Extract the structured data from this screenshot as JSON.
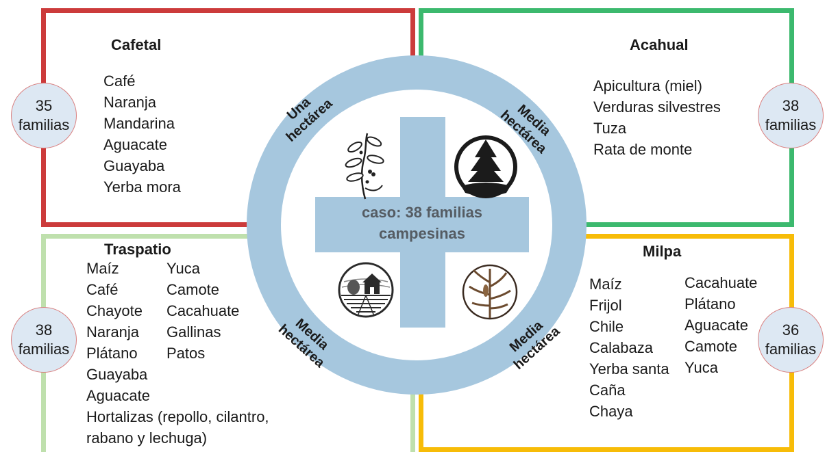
{
  "colors": {
    "cafetal": "#cc3b3b",
    "acahual": "#3cb96e",
    "traspatio": "#bfe0ad",
    "milpa": "#f7bc08",
    "ring": "#a6c7de",
    "badge": "#dde8f3"
  },
  "center": {
    "line1": "caso: 38 familias",
    "line2": "campesinas"
  },
  "cafetal": {
    "title": "Cafetal",
    "items": [
      "Café",
      "Naranja",
      "Mandarina",
      "Aguacate",
      "Guayaba",
      "Yerba mora"
    ],
    "badge": {
      "number": "35",
      "label": "familias"
    },
    "area": {
      "line1": "Una",
      "line2": "hectárea"
    },
    "icon": "coffee-plant-icon"
  },
  "acahual": {
    "title": "Acahual",
    "items": [
      "Apicultura (miel)",
      "Verduras silvestres",
      "Tuza",
      "Rata de monte"
    ],
    "badge": {
      "number": "38",
      "label": "familias"
    },
    "area": {
      "line1": "Media",
      "line2": "hectárea"
    },
    "icon": "pine-tree-icon"
  },
  "traspatio": {
    "title": "Traspatio",
    "col1": [
      "Maíz",
      "Café",
      "Chayote",
      "Naranja",
      "Plátano",
      "Guayaba",
      "Aguacate"
    ],
    "col2": [
      "Yuca",
      "Camote",
      "Cacahuate",
      "Gallinas",
      "Patos"
    ],
    "extra1": "Hortalizas (repollo, cilantro,",
    "extra2": "rabano y lechuga)",
    "badge": {
      "number": "38",
      "label": "familias"
    },
    "area": {
      "line1": "Media",
      "line2": "hectárea"
    },
    "icon": "farmhouse-icon"
  },
  "milpa": {
    "title": "Milpa",
    "col1": [
      "Maíz",
      "Frijol",
      "Chile",
      "Calabaza",
      "Yerba santa",
      "Caña",
      "Chaya"
    ],
    "col2": [
      "Cacahuate",
      "Plátano",
      "Aguacate",
      "Camote",
      "Yuca"
    ],
    "badge": {
      "number": "36",
      "label": "familias"
    },
    "area": {
      "line1": "Media",
      "line2": "hectárea"
    },
    "icon": "corn-plant-icon"
  }
}
